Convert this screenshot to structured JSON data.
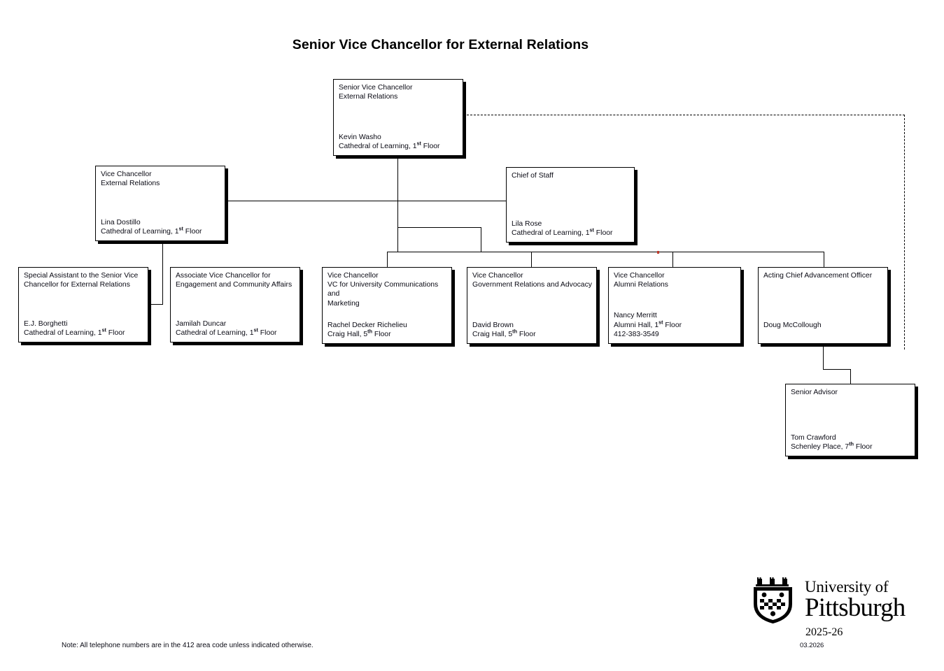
{
  "page": {
    "title": "Senior Vice Chancellor for External Relations",
    "footer_note": "Note: All telephone numbers are in the 412 area code unless indicated otherwise.",
    "revision_date": "03.2026"
  },
  "logo": {
    "line1": "University of",
    "line2": "Pittsburgh",
    "year": "2025-26",
    "shield_icon": "pitt-shield-crest-icon"
  },
  "nodes": {
    "svc": {
      "title": "Senior Vice Chancellor\nExternal Relations",
      "name": "Kevin Washo",
      "location_pre": "Cathedral of Learning, 1",
      "location_ord": "st",
      "location_post": " Floor"
    },
    "vc_external": {
      "title": "Vice Chancellor\nExternal Relations",
      "name": "Lina Dostillo",
      "location_pre": "Cathedral of Learning, 1",
      "location_ord": "st",
      "location_post": " Floor"
    },
    "chief_of_staff": {
      "title": "Chief of Staff",
      "name": "Lila Rose",
      "location_pre": "Cathedral of Learning, 1",
      "location_ord": "st",
      "location_post": " Floor"
    },
    "special_assistant": {
      "title": "Special Assistant to the Senior Vice\nChancellor for External Relations",
      "name": "E.J. Borghetti",
      "location_pre": "Cathedral of Learning, 1",
      "location_ord": "st",
      "location_post": " Floor"
    },
    "assoc_vc_engagement": {
      "title": "Associate Vice Chancellor for\nEngagement and Community Affairs",
      "name": "Jamilah Duncar",
      "location_pre": "Cathedral of Learning, 1",
      "location_ord": "st",
      "location_post": " Floor"
    },
    "vc_communications": {
      "title": "Vice Chancellor\nVC for University Communications and\nMarketing",
      "name": "Rachel Decker Richelieu",
      "location_pre": "Craig Hall, 5",
      "location_ord": "th",
      "location_post": " Floor"
    },
    "vc_government": {
      "title": "Vice Chancellor\nGovernment Relations and Advocacy",
      "name": "David Brown",
      "location_pre": "Craig Hall, 5",
      "location_ord": "th",
      "location_post": " Floor"
    },
    "vc_alumni": {
      "title": "Vice Chancellor\nAlumni Relations",
      "name": "Nancy Merritt",
      "location_pre": "Alumni Hall, 1",
      "location_ord": "st",
      "location_post": " Floor",
      "phone": "412-383-3549"
    },
    "acting_cao": {
      "title": "Acting Chief Advancement Officer",
      "name": "Doug McCollough",
      "location_pre": "",
      "location_ord": "",
      "location_post": ""
    },
    "senior_advisor": {
      "title": "Senior Advisor",
      "name": "Tom Crawford",
      "location_pre": "Schenley Place, 7",
      "location_ord": "th",
      "location_post": " Floor"
    }
  }
}
